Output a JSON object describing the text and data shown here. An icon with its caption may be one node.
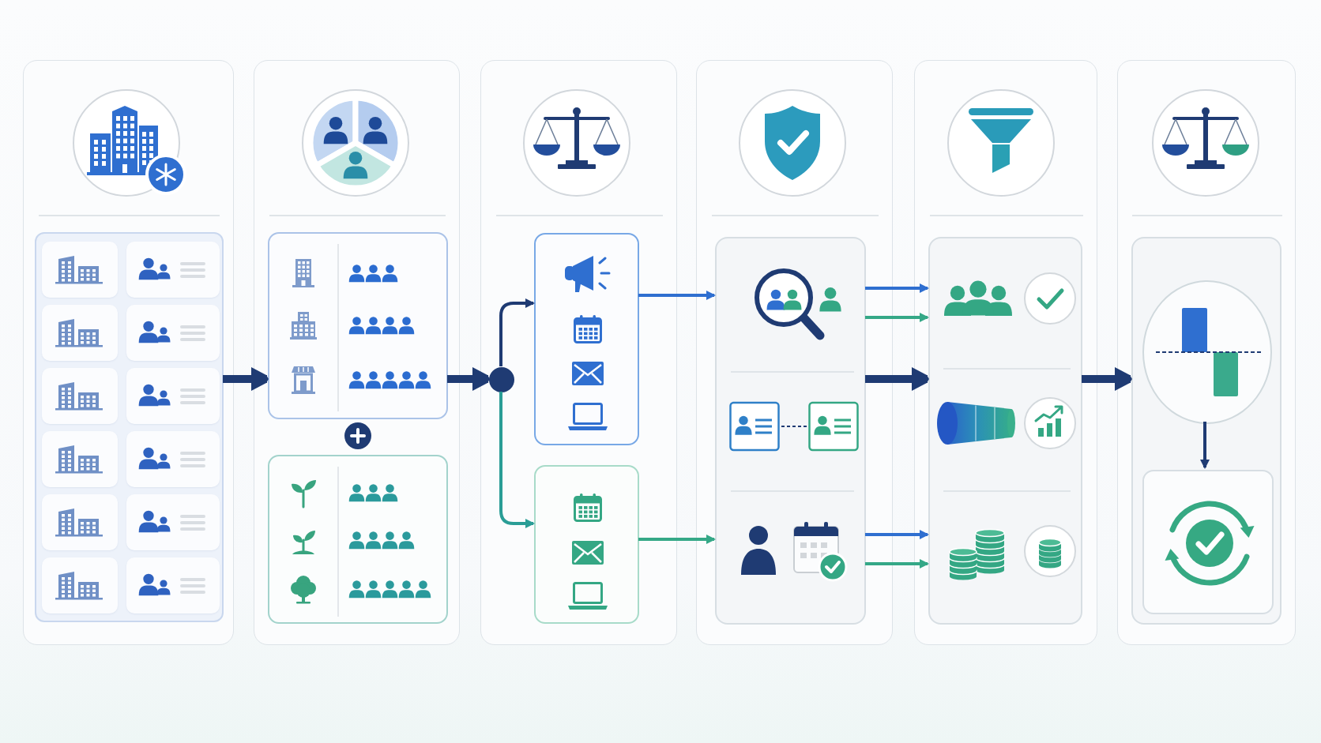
{
  "diagram": {
    "nodes": [
      {
        "text": [],
        "shape": "box"
      },
      {
        "text": [],
        "shape": "box",
        "in": 0
      },
      {
        "text": [],
        "shape": "box"
      },
      {
        "text": [],
        "shape": "box",
        "in": 2
      },
      {
        "text": [],
        "shape": "box",
        "in": 2
      },
      {
        "text": [],
        "shape": "box"
      },
      {
        "text": [],
        "shape": "circle",
        "in": 5
      },
      {
        "text": [],
        "shape": "box",
        "in": 5
      },
      {
        "text": [],
        "shape": "box",
        "in": 5
      },
      {
        "text": [],
        "shape": "box"
      },
      {
        "text": [],
        "shape": "box",
        "in": 9
      },
      {
        "text": [],
        "shape": "box"
      },
      {
        "text": [],
        "shape": "box",
        "in": 11
      },
      {
        "text": [],
        "shape": "box"
      },
      {
        "text": [],
        "shape": "box",
        "in": 13
      },
      {
        "text": [],
        "shape": "circle",
        "in": 14
      },
      {
        "text": [],
        "shape": "box",
        "in": 14
      }
    ],
    "edges": [
      {
        "from": 1,
        "to": 3,
        "arrow": "to",
        "style": "thick"
      },
      {
        "from": 3,
        "to": 6,
        "arrow": "to",
        "style": "thick"
      },
      {
        "from": 6,
        "to": 7,
        "arrow": "to"
      },
      {
        "from": 6,
        "to": 8,
        "arrow": "to",
        "color": "#2a9d96"
      },
      {
        "from": 7,
        "to": 10,
        "arrow": "to",
        "color": "#2f6fd0"
      },
      {
        "from": 8,
        "to": 10,
        "arrow": "to",
        "color": "#35a887"
      },
      {
        "from": 10,
        "to": 12,
        "arrow": "to",
        "style": "thick"
      },
      {
        "from": 10,
        "to": 12,
        "arrow": "to",
        "color": "#2f6fd0"
      },
      {
        "from": 10,
        "to": 12,
        "arrow": "to",
        "color": "#35a887"
      },
      {
        "from": 10,
        "to": 12,
        "arrow": "to",
        "color": "#2f6fd0"
      },
      {
        "from": 10,
        "to": 12,
        "arrow": "to",
        "color": "#35a887"
      },
      {
        "from": 12,
        "to": 14,
        "arrow": "to",
        "style": "thick"
      },
      {
        "from": 15,
        "to": 16,
        "arrow": "to"
      }
    ]
  }
}
